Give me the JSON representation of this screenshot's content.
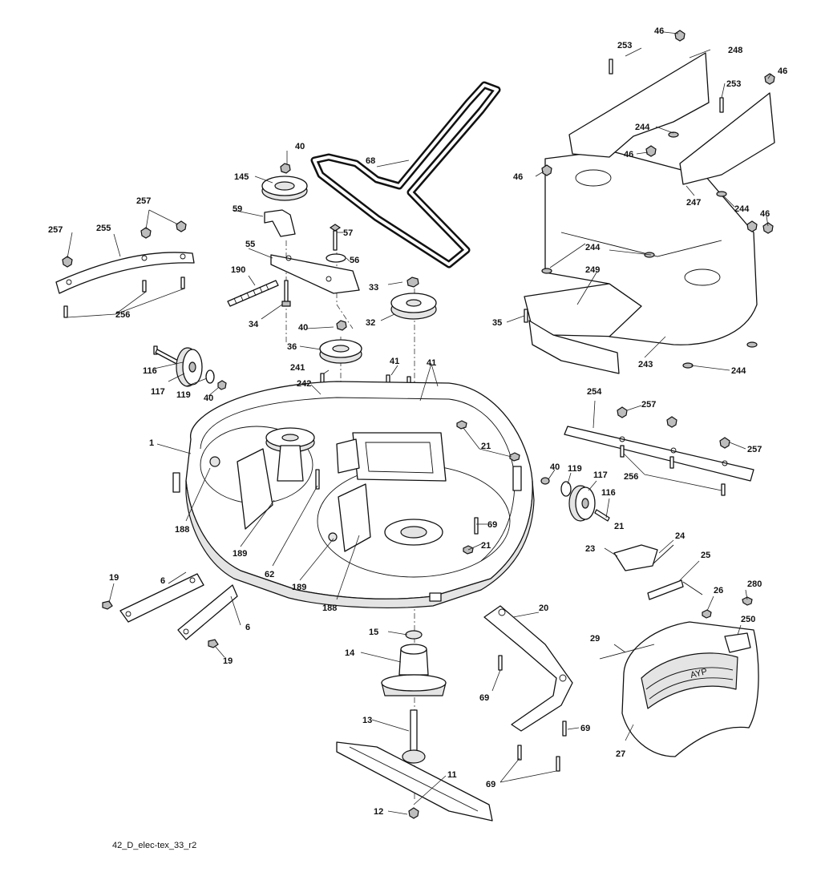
{
  "drawing_ref": "42_D_elec-tex_33_r2",
  "callouts": [
    "1",
    "6",
    "11",
    "12",
    "13",
    "14",
    "15",
    "19",
    "20",
    "21",
    "23",
    "24",
    "25",
    "26",
    "27",
    "29",
    "32",
    "33",
    "34",
    "35",
    "36",
    "40",
    "41",
    "46",
    "55",
    "56",
    "57",
    "59",
    "62",
    "68",
    "69",
    "116",
    "117",
    "119",
    "145",
    "188",
    "189",
    "190",
    "241",
    "242",
    "243",
    "244",
    "247",
    "248",
    "249",
    "250",
    "253",
    "254",
    "255",
    "256",
    "257",
    "280"
  ]
}
